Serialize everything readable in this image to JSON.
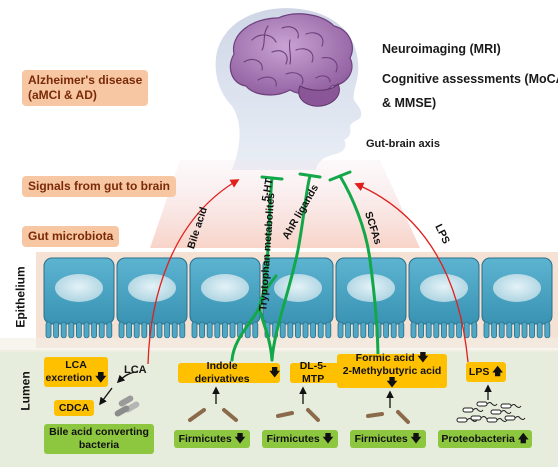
{
  "left_labels": {
    "alzheimers": [
      "Alzheimer's disease",
      "(aMCI & AD)"
    ],
    "signals": "Signals from gut to brain",
    "microbiota": "Gut microbiota",
    "epithelium": "Epithelium",
    "lumen": "Lumen"
  },
  "right_labels": {
    "neuroimaging": "Neuroimaging (MRI)",
    "cognitive_line1": "Cognitive assessments (MoCA",
    "cognitive_line2": "& MMSE)",
    "axis": "Gut-brain axis"
  },
  "pathways": {
    "bile_acid": "Bile acid",
    "tryptophan": "Tryptophan  metabolites",
    "serotonin": "5-HT",
    "ahr": "AhR ligands",
    "scfas": "SCFAs",
    "lps": "LPS"
  },
  "lumen_boxes": {
    "lca_excretion": [
      "LCA",
      "excretion"
    ],
    "lca": "LCA",
    "cdca": "CDCA",
    "bile_bacteria": [
      "Bile acid converting",
      "bacteria"
    ],
    "indole": "Indole derivatives",
    "dl5mtp": "DL-5-MTP",
    "formic": "Formic acid",
    "methylbutyric": "2-Methybutyric acid",
    "lps": "LPS"
  },
  "bacteria_boxes": {
    "firmicutes_1": "Firmicutes",
    "firmicutes_2": "Firmicutes",
    "firmicutes_3": "Firmicutes",
    "proteobacteria": "Proteobacteria"
  },
  "colors": {
    "brain": "#9a6aa8",
    "cells": "#4ea8c6",
    "nucleus": "#c9e3ec",
    "lumen_bg": "#e6eddc",
    "pathway_green": "#12a84a",
    "arrow_red": "#e0201c",
    "label_box": "#f7c7a3",
    "yellow_box": "#ffc000",
    "green_box": "#8dc63f"
  }
}
